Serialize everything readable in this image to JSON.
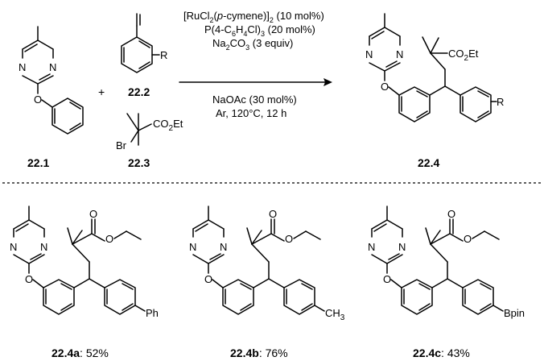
{
  "scheme": {
    "compounds": {
      "c1": "22.1",
      "c2": "22.2",
      "c3": "22.3",
      "c4": "22.4"
    },
    "plus": "+",
    "conditions": {
      "line1_a": "[RuCl",
      "line1_sub": "2",
      "line1_b": "(",
      "line1_ital": "p",
      "line1_c": "-cymene)]",
      "line1_sub2": "2",
      "line1_d": " (10 mol%)",
      "line2_a": "P(4-C",
      "line2_sub1": "6",
      "line2_b": "H",
      "line2_sub2": "4",
      "line2_c": "Cl)",
      "line2_sub3": "3",
      "line2_d": " (20 mol%)",
      "line3_a": "Na",
      "line3_sub1": "2",
      "line3_b": "CO",
      "line3_sub2": "3",
      "line3_c": " (3 equiv)",
      "line4": "NaOAc (30 mol%)",
      "line5": "Ar, 120°C, 12 h"
    }
  },
  "atoms": {
    "N": "N",
    "O": "O",
    "R": "R",
    "Br": "Br",
    "CO2Et_a": "CO",
    "CO2Et_sub": "2",
    "CO2Et_b": "Et",
    "Ph": "Ph",
    "CH3_a": "CH",
    "CH3_sub": "3",
    "Bpin": "Bpin"
  },
  "products": [
    {
      "id": "22.4a",
      "yield": ": 52%"
    },
    {
      "id": "22.4b",
      "yield": ": 76%"
    },
    {
      "id": "22.4c",
      "yield": ": 43%"
    }
  ]
}
